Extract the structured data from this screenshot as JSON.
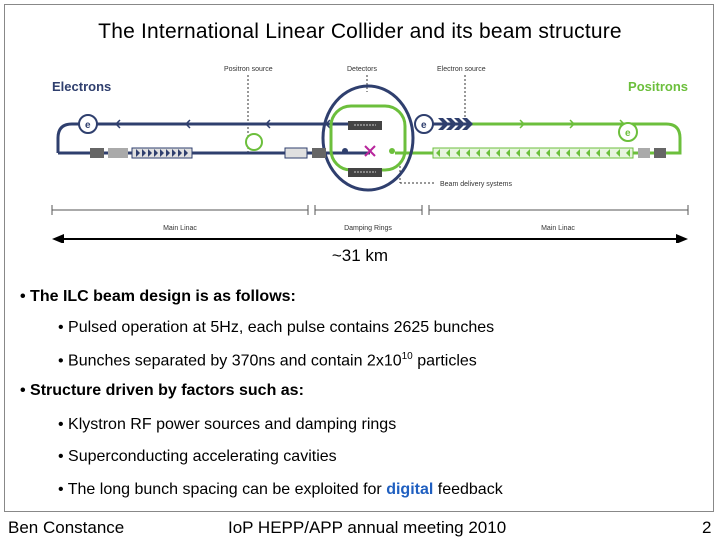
{
  "title": "The International Linear Collider and its beam structure",
  "diagram": {
    "electrons": "Electrons",
    "positrons": "Positrons",
    "positron_source": "Positron source",
    "detectors": "Detectors",
    "electron_source": "Electron source",
    "beam_delivery": "Beam delivery systems",
    "main_linac_left": "Main Linac",
    "damping_rings": "Damping Rings",
    "main_linac_right": "Main Linac",
    "e_minus": "e",
    "e_plus": "e",
    "distance": "~31 km",
    "colors": {
      "electron_line": "#2f3f6e",
      "positron_line": "#6cbf3c",
      "collision": "#b8259c"
    }
  },
  "bullets": [
    {
      "text": "• The ILC beam design is as follows:"
    },
    {
      "text": "• Pulsed operation at 5Hz, each pulse contains 2625 bunches"
    },
    {
      "pre": "• Bunches separated by 370ns and contain 2x10",
      "sup": "10",
      "post": " particles"
    },
    {
      "text": "• Structure driven by factors such as:"
    },
    {
      "text": "• Klystron RF power sources and damping rings"
    },
    {
      "text": "• Superconducting accelerating cavities"
    },
    {
      "pre": "• The long bunch spacing can be exploited for ",
      "highlight": "digital",
      "post": " feedback"
    }
  ],
  "footer": {
    "author": "Ben Constance",
    "event": "IoP HEPP/APP annual meeting 2010",
    "page": "2"
  }
}
